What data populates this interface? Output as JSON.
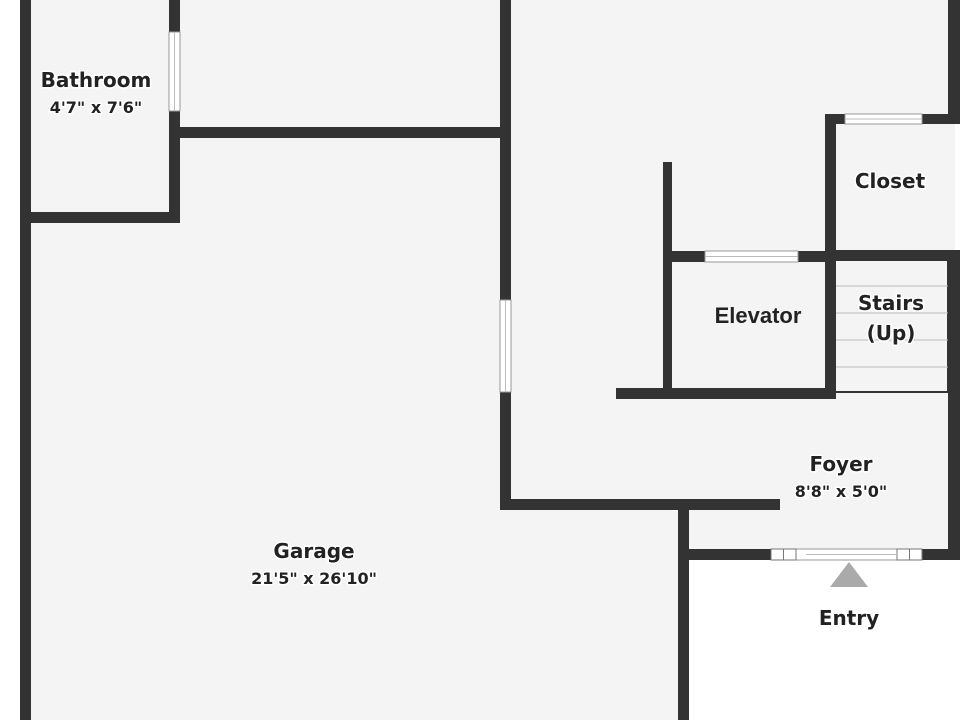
{
  "colors": {
    "wall": "#333333",
    "floor": "#f4f4f4",
    "outside": "#ffffff",
    "window": "#ffffff",
    "window_line": "#999999",
    "entry_arrow": "#aaaaaa",
    "stair_line": "#bbbbbb"
  },
  "rooms": {
    "bathroom": {
      "name": "Bathroom",
      "dims": "4'7\" x 7'6\""
    },
    "closet": {
      "name": "Closet"
    },
    "elevator": {
      "name": "Elevator"
    },
    "stairs": {
      "name_line1": "Stairs",
      "name_line2": "(Up)"
    },
    "foyer": {
      "name": "Foyer",
      "dims": "8'8\" x 5'0\""
    },
    "garage": {
      "name": "Garage",
      "dims": "21'5\" x 26'10\""
    },
    "entry": {
      "name": "Entry"
    }
  },
  "icons": {
    "entry_arrow": "triangle-up-icon"
  }
}
